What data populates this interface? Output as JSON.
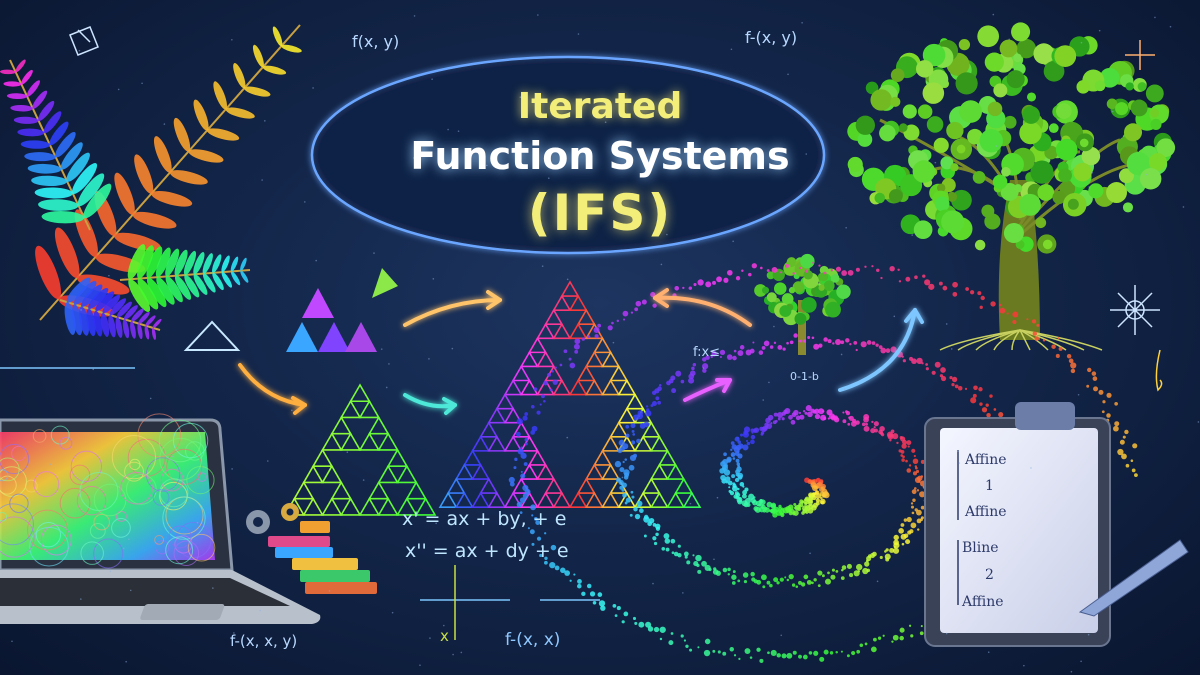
{
  "title": {
    "line1": "Iterated",
    "line2": "Function Systems",
    "line3": "(IFS)"
  },
  "equations": {
    "eq1": "x' = ax + by, + e",
    "eq2": "x'' = ax + dy + e"
  },
  "annotations": {
    "top_left": "f(x, y)",
    "top_right": "f-(x, y)",
    "bottom_left": "f-(x, x, y)",
    "bottom_center": "f-(x, x)",
    "middle_right": "f:x≤",
    "number_line": "0-1-b",
    "axis_label": "x"
  },
  "clipboard": {
    "rows": [
      "Affine",
      "1",
      "Affine",
      "Bline",
      "2",
      "Affine"
    ]
  },
  "colors": {
    "title_yellow": "#f3ee7a",
    "title_white": "#ffffff",
    "ellipse_stroke": "#6aa6ff",
    "background": "#13264a"
  }
}
